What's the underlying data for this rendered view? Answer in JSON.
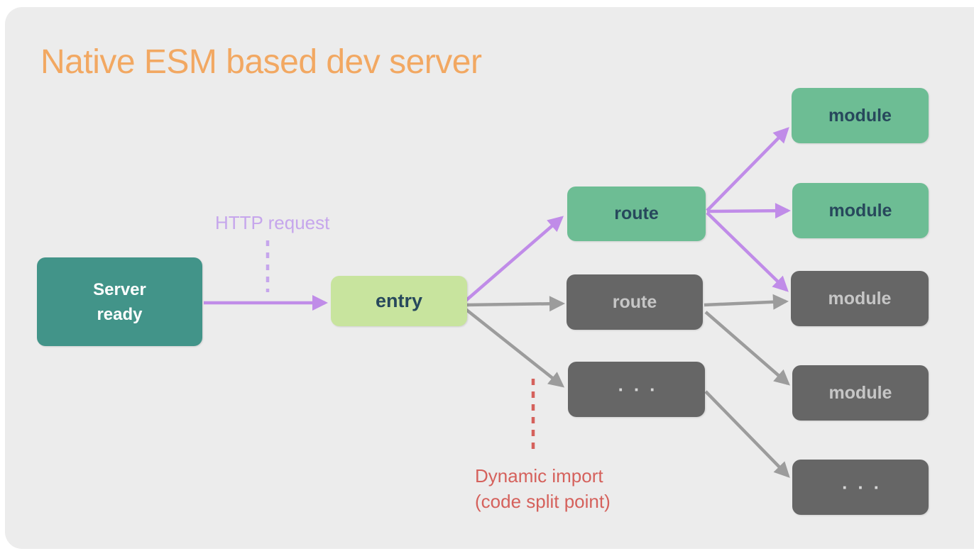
{
  "title": "Native ESM based dev server",
  "colors": {
    "page_bg": "#ffffff",
    "canvas_bg": "#ececec",
    "title": "#f2a862",
    "teal": "#429489",
    "light_green": "#c8e49e",
    "jade": "#6dbd94",
    "box_gray": "#666666",
    "dark_text": "#27485c",
    "white_text": "#ffffff",
    "gray_text": "#c6c6c6",
    "dots_text": "#d6d6d6",
    "purple": "#c08ce8",
    "purple_light": "#c6a6ec",
    "gray_arrow": "#9c9c9c",
    "red": "#d5615c"
  },
  "diagram": {
    "nodes": {
      "server": {
        "label": "Server ready"
      },
      "entry": {
        "label": "entry"
      },
      "route_green": {
        "label": "route"
      },
      "route_gray": {
        "label": "route"
      },
      "dots_mid": {
        "label": "..."
      },
      "module_1": {
        "label": "module"
      },
      "module_2": {
        "label": "module"
      },
      "module_3": {
        "label": "module"
      },
      "module_4": {
        "label": "module"
      },
      "dots_right": {
        "label": "..."
      }
    },
    "annotations": {
      "http_request": {
        "label": "HTTP request"
      },
      "dynamic_import": {
        "line1": "Dynamic import",
        "line2": "(code split point)"
      }
    }
  }
}
